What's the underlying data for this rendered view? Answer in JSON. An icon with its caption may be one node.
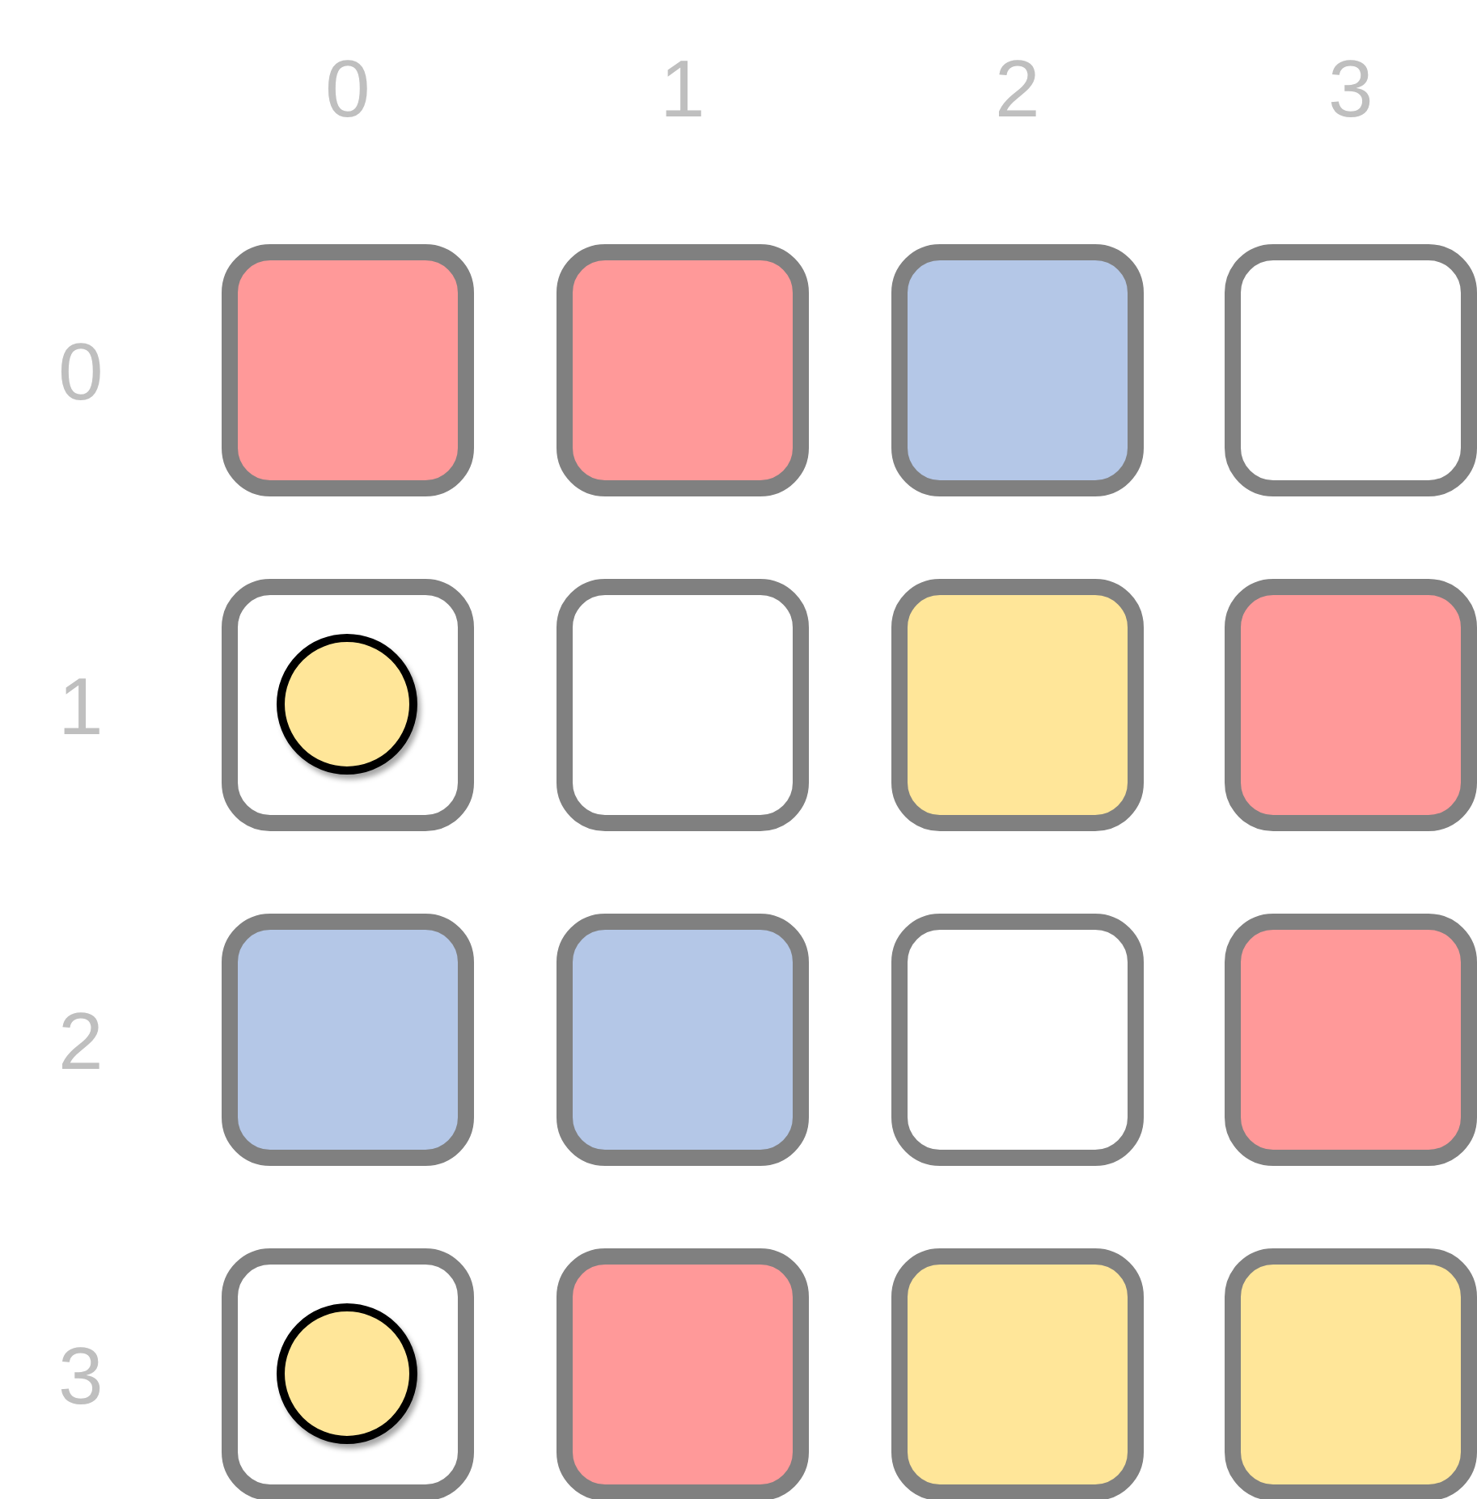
{
  "diagram": {
    "nodes": [
      {
        "text": [],
        "shape": "box"
      },
      {
        "text": [],
        "shape": "box"
      },
      {
        "text": [],
        "shape": "box"
      },
      {
        "text": [],
        "shape": "box"
      },
      {
        "text": [],
        "shape": "box"
      },
      {
        "text": [],
        "shape": "circle",
        "in": 4
      },
      {
        "text": [],
        "shape": "box"
      },
      {
        "text": [],
        "shape": "box"
      },
      {
        "text": [],
        "shape": "box"
      },
      {
        "text": [],
        "shape": "box"
      },
      {
        "text": [],
        "shape": "box"
      },
      {
        "text": [],
        "shape": "box"
      },
      {
        "text": [],
        "shape": "box"
      },
      {
        "text": [],
        "shape": "box"
      },
      {
        "text": [],
        "shape": "circle",
        "in": 13
      },
      {
        "text": [],
        "shape": "box"
      },
      {
        "text": [],
        "shape": "box"
      },
      {
        "text": [],
        "shape": "box"
      }
    ],
    "labels": [
      "0",
      "1",
      "2",
      "3",
      "0",
      "1",
      "2",
      "3"
    ]
  }
}
